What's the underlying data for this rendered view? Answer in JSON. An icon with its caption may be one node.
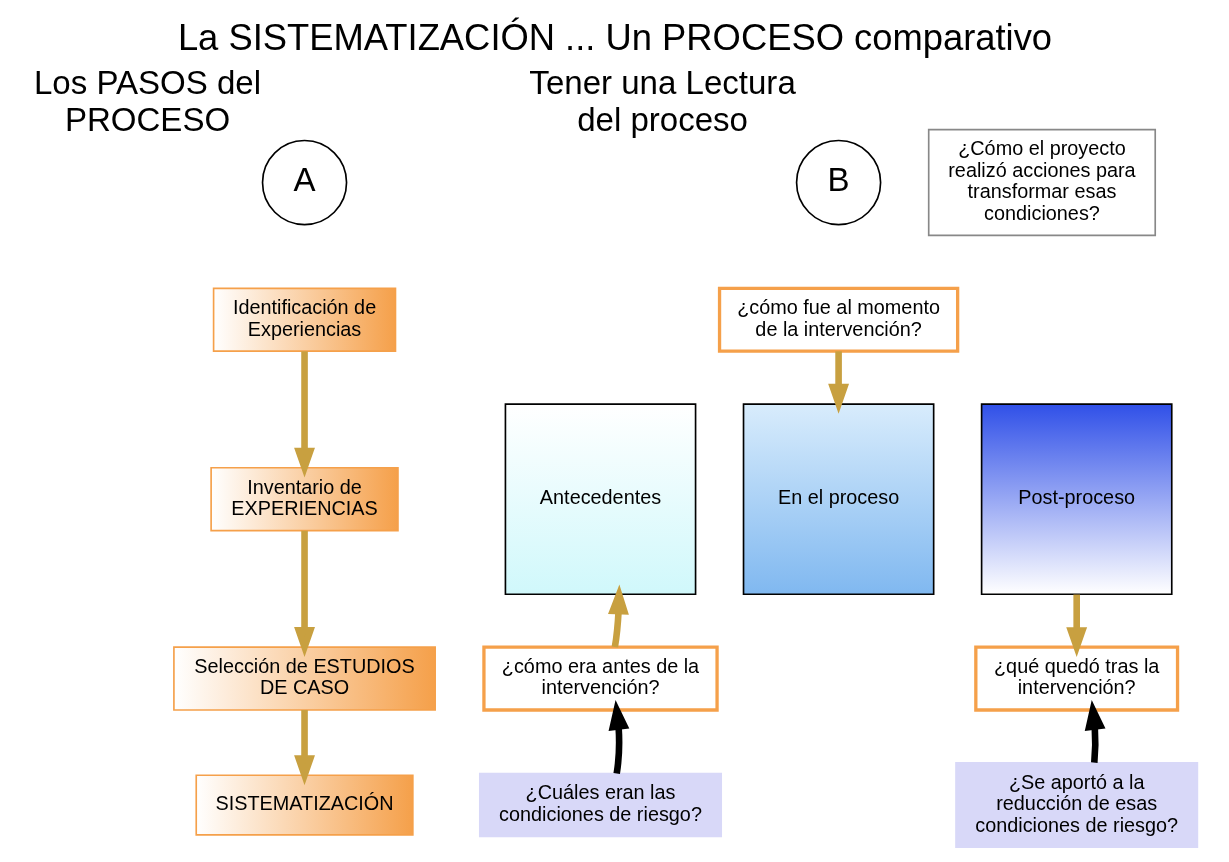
{
  "diagram": {
    "title": "La SISTEMATIZACIÓN ... Un PROCESO comparativo",
    "nodes": [
      {
        "text": [
          "A"
        ],
        "beside": [
          "Los PASOS del PROCESO"
        ]
      },
      {
        "text": [
          "B"
        ],
        "beside": [
          "Tener una Lectura del proceso"
        ]
      },
      {
        "text": [
          "Identificación de Experiencias"
        ]
      },
      {
        "text": [
          "Inventario de EXPERIENCIAS"
        ]
      },
      {
        "text": [
          "Selección de ESTUDIOS DE CASO"
        ]
      },
      {
        "text": [
          "SISTEMATIZACIÓN"
        ]
      },
      {
        "text": [
          "¿Cómo el proyecto realizó acciones para transformar esas condiciones?"
        ]
      },
      {
        "text": [
          "¿cómo fue al momento de la intervención?"
        ]
      },
      {
        "text": [
          "Antecedentes"
        ]
      },
      {
        "text": [
          "En el proceso"
        ]
      },
      {
        "text": [
          "Post-proceso"
        ]
      },
      {
        "text": [
          "¿cómo era antes de la intervención?"
        ]
      },
      {
        "text": [
          "¿qué quedó tras la intervención?"
        ]
      },
      {
        "text": [
          "¿Cuáles eran las condiciones de riesgo?"
        ]
      },
      {
        "text": [
          "¿Se aportó a la reducción de esas condiciones de riesgo?"
        ]
      }
    ],
    "edges": [
      {
        "from": 2,
        "to": 3,
        "arrow": "to"
      },
      {
        "from": 3,
        "to": 4,
        "arrow": "to"
      },
      {
        "from": 4,
        "to": 5,
        "arrow": "to"
      },
      {
        "from": 7,
        "to": 9,
        "arrow": "to"
      },
      {
        "from": 11,
        "to": 8,
        "arrow": "to"
      },
      {
        "from": 10,
        "to": 12,
        "arrow": "to"
      },
      {
        "from": 13,
        "to": 11,
        "arrow": "to",
        "color": "#000000"
      },
      {
        "from": 14,
        "to": 12,
        "arrow": "to",
        "color": "#000000"
      }
    ]
  }
}
